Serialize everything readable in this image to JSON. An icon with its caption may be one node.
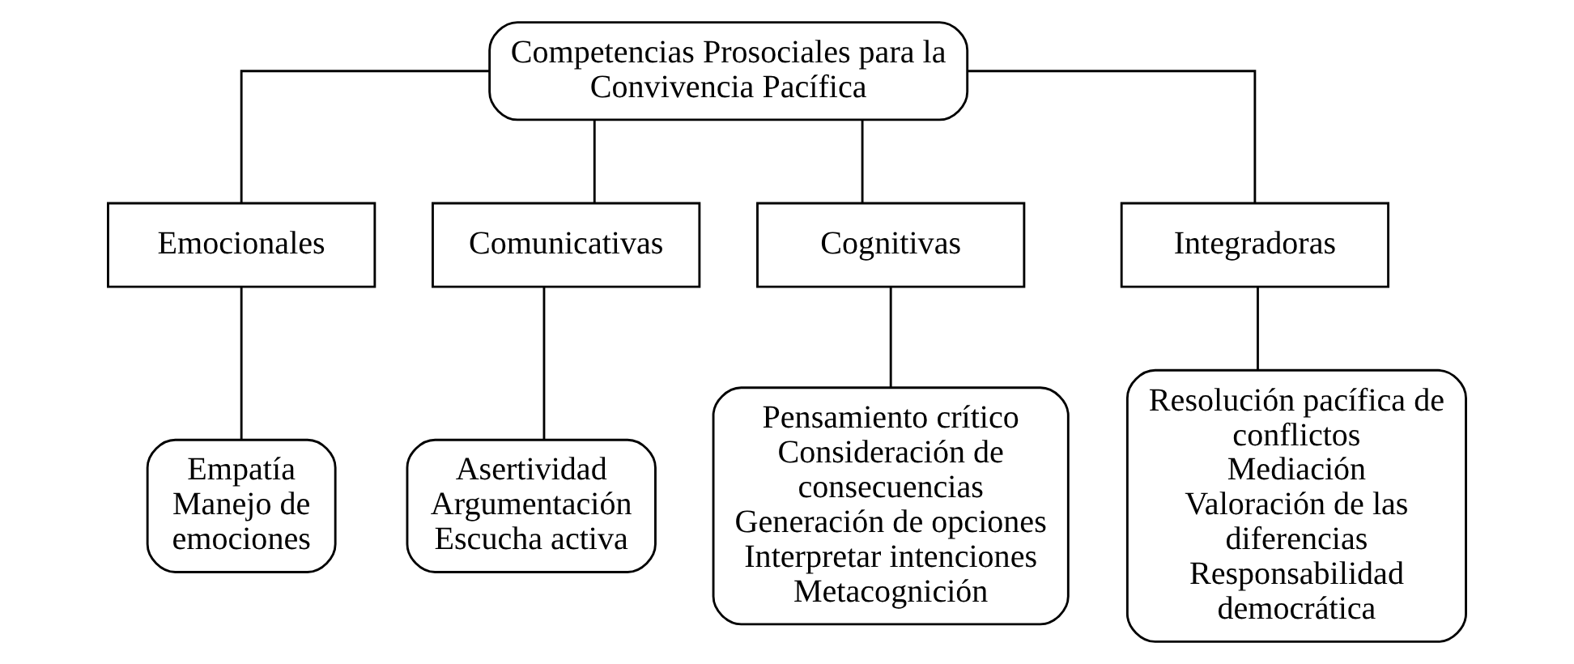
{
  "diagram": {
    "nodes": [
      {
        "text": [
          "Competencias Prosociales para la Convivencia Pacífica"
        ]
      },
      {
        "text": [
          "Emocionales"
        ]
      },
      {
        "text": [
          "Comunicativas"
        ]
      },
      {
        "text": [
          "Cognitivas"
        ]
      },
      {
        "text": [
          "Integradoras"
        ]
      },
      {
        "text": [
          "Empatía",
          "Manejo de emociones"
        ]
      },
      {
        "text": [
          "Asertividad",
          "Argumentación",
          "Escucha activa"
        ]
      },
      {
        "text": [
          "Pensamiento crítico",
          "Consideración de consecuencias",
          "Generación de opciones",
          "Interpretar intenciones",
          "Metacognición"
        ]
      },
      {
        "text": [
          "Resolución pacífica de conflictos",
          "Mediación",
          "Valoración de las diferencias",
          "Responsabilidad democrática"
        ]
      }
    ],
    "edges": [
      {
        "from": 0,
        "to": 1,
        "arrow": "none"
      },
      {
        "from": 0,
        "to": 2,
        "arrow": "none"
      },
      {
        "from": 0,
        "to": 3,
        "arrow": "none"
      },
      {
        "from": 0,
        "to": 4,
        "arrow": "none"
      },
      {
        "from": 1,
        "to": 5,
        "arrow": "none"
      },
      {
        "from": 2,
        "to": 6,
        "arrow": "none"
      },
      {
        "from": 3,
        "to": 7,
        "arrow": "none"
      },
      {
        "from": 4,
        "to": 8,
        "arrow": "none"
      }
    ]
  }
}
